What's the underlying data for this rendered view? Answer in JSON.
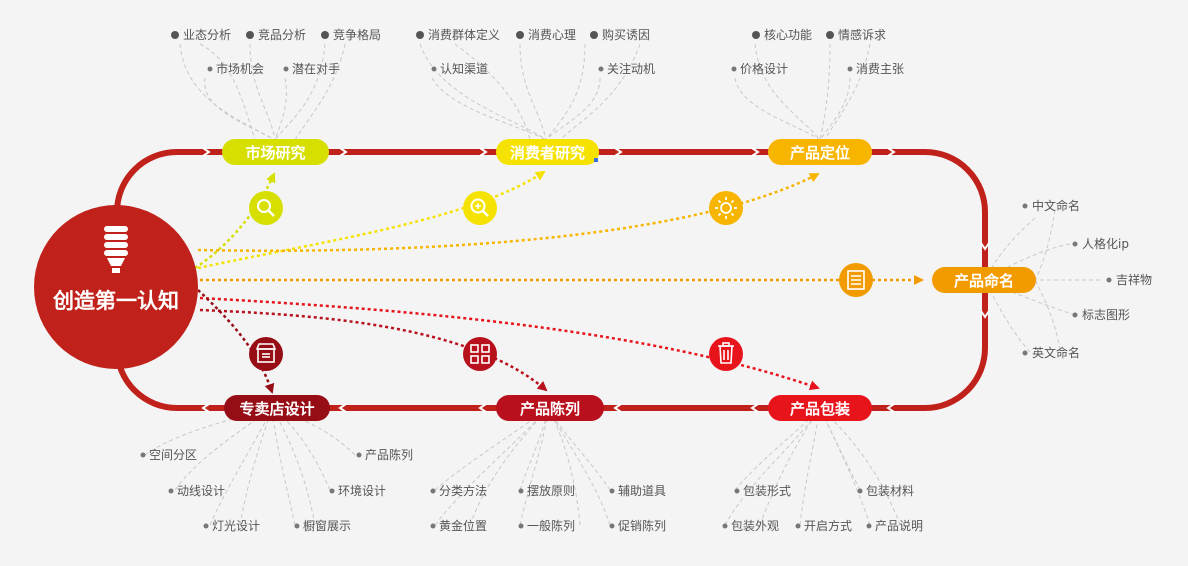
{
  "center": {
    "label": "创造第一认知",
    "color": "#c0221b"
  },
  "colors": {
    "loop": "#c0221b",
    "line_gray": "#c8c8c8",
    "text_gray": "#555555",
    "bg": "#f4f4f4"
  },
  "nodes": {
    "market": {
      "label": "市场研究",
      "color": "#d6df00",
      "icon": "magnifier-icon"
    },
    "consumer": {
      "label": "消费者研究",
      "color": "#f6e200",
      "icon": "zoom-in-icon"
    },
    "positioning": {
      "label": "产品定位",
      "color": "#f7b500",
      "icon": "sun-icon"
    },
    "naming": {
      "label": "产品命名",
      "color": "#f29b00",
      "icon": "document-list-icon"
    },
    "packaging": {
      "label": "产品包装",
      "color": "#e8141c",
      "icon": "trash-icon"
    },
    "display": {
      "label": "产品陈列",
      "color": "#b8101c",
      "icon": "grid-icon"
    },
    "store": {
      "label": "专卖店设计",
      "color": "#960d16",
      "icon": "shop-icon"
    }
  },
  "leaves": {
    "market": [
      "业态分析",
      "竞品分析",
      "竞争格局",
      "市场机会",
      "潜在对手"
    ],
    "consumer": [
      "消费群体定义",
      "消费心理",
      "购买诱因",
      "认知渠道",
      "关注动机"
    ],
    "positioning": [
      "核心功能",
      "情感诉求",
      "价格设计",
      "消费主张"
    ],
    "naming": [
      "中文命名",
      "人格化ip",
      "吉祥物",
      "标志图形",
      "英文命名"
    ],
    "packaging": [
      "包装形式",
      "包装材料",
      "包装外观",
      "开启方式",
      "产品说明"
    ],
    "display": [
      "分类方法",
      "摆放原则",
      "辅助道具",
      "黄金位置",
      "一般陈列",
      "促销陈列"
    ],
    "store": [
      "空间分区",
      "产品陈列",
      "动线设计",
      "环境设计",
      "灯光设计",
      "橱窗展示"
    ]
  }
}
